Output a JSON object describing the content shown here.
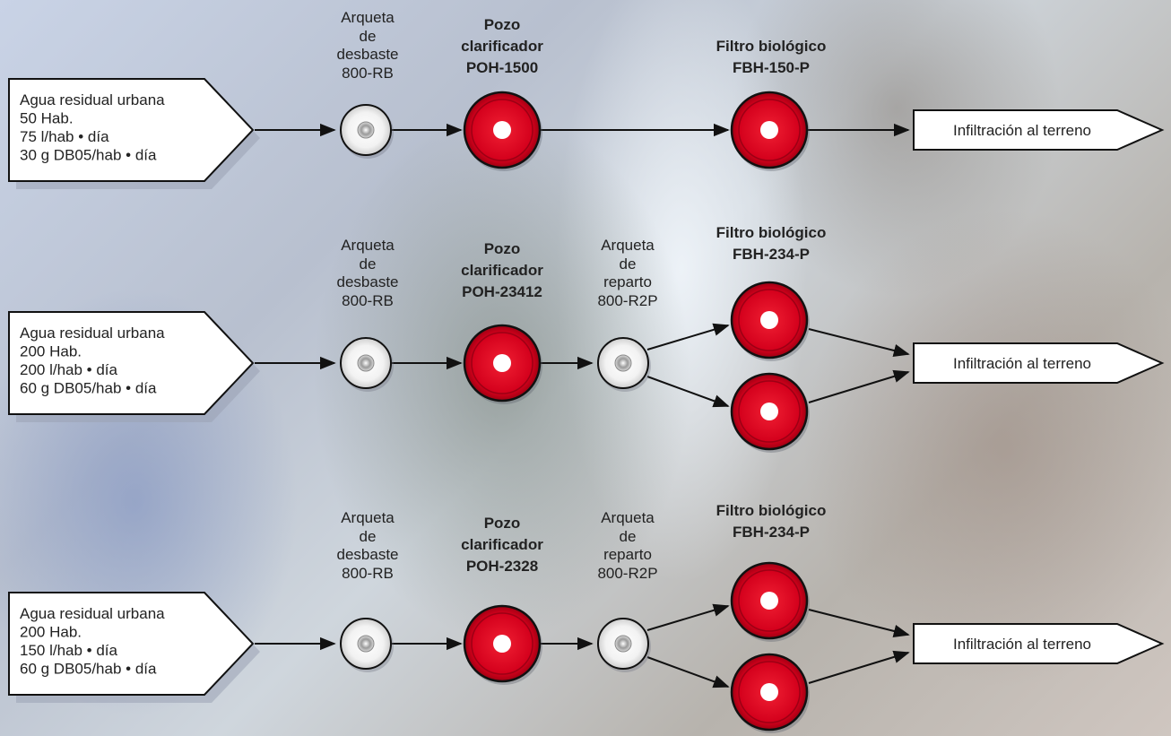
{
  "rows": [
    {
      "input_lines": [
        "Agua residual urbana",
        "50 Hab.",
        "75 l/hab • día",
        "30 g DB05/hab • día"
      ],
      "desbaste_label": "Arqueta\nde\ndesbaste\n800-RB",
      "pozo_label": "Pozo\nclarificador\nPOH-1500",
      "reparto_label": "",
      "filtro_label": "Filtro biológico\nFBH-150-P",
      "output_label": "Infiltración al terreno"
    },
    {
      "input_lines": [
        "Agua residual urbana",
        "200 Hab.",
        "200 l/hab • día",
        "60 g DB05/hab • día"
      ],
      "desbaste_label": "Arqueta\nde\ndesbaste\n800-RB",
      "pozo_label": "Pozo\nclarificador\nPOH-23412",
      "reparto_label": "Arqueta\nde\nreparto\n800-R2P",
      "filtro_label": "Filtro biológico\nFBH-234-P",
      "output_label": "Infiltración al terreno"
    },
    {
      "input_lines": [
        "Agua residual urbana",
        "200 Hab.",
        "150 l/hab • día",
        "60 g DB05/hab • día"
      ],
      "desbaste_label": "Arqueta\nde\ndesbaste\n800-RB",
      "pozo_label": "Pozo\nclarificador\nPOH-2328",
      "reparto_label": "Arqueta\nde\nreparto\n800-R2P",
      "filtro_label": "Filtro biológico\nFBH-234-P",
      "output_label": "Infiltración al terreno"
    }
  ],
  "colors": {
    "red_unit": "#d4001c",
    "white_unit": "#ffffff",
    "line": "#111111",
    "box_fill": "#ffffff",
    "shadow": "#9aa3b5"
  }
}
